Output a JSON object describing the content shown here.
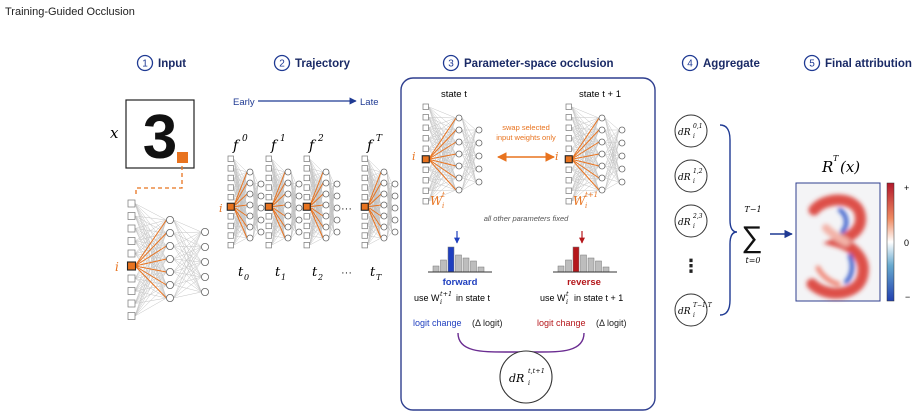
{
  "page_title": "Training-Guided Occlusion",
  "colors": {
    "accent_orange": "#e8731f",
    "forward_blue": "#1f3fbf",
    "reverse_red": "#b5171b",
    "panel_border": "#2f3f8f",
    "ink": "#1a1a1a"
  },
  "steps": [
    {
      "num": "1",
      "title": "Input"
    },
    {
      "num": "2",
      "title": "Trajectory"
    },
    {
      "num": "3",
      "title": "Parameter-space occlusion"
    },
    {
      "num": "4",
      "title": "Aggregate"
    },
    {
      "num": "5",
      "title": "Final attribution"
    }
  ],
  "input": {
    "x_label": "x",
    "digit": "3",
    "node_label": "i"
  },
  "trajectory": {
    "early_label": "Early",
    "late_label": "Late",
    "models": [
      {
        "name": "f",
        "sup": "0"
      },
      {
        "name": "f",
        "sup": "1"
      },
      {
        "name": "f",
        "sup": "2"
      },
      {
        "name": "f",
        "sup": "T"
      }
    ],
    "ellipsis": "···",
    "times": [
      {
        "name": "t",
        "sub": "0"
      },
      {
        "name": "t",
        "sub": "1"
      },
      {
        "name": "t",
        "sub": "2"
      },
      {
        "name": "t",
        "sub": "T"
      }
    ],
    "node_label": "i"
  },
  "occlusion": {
    "state_left": "state t",
    "state_right": "state t + 1",
    "swap_label_1": "swap selected",
    "swap_label_2": "input weights only",
    "weight_left": "W",
    "weight_left_sup": "t",
    "weight_left_sub": "i",
    "weight_right": "W",
    "weight_right_sup": "t+1",
    "weight_right_sub": "i",
    "node_label": "i",
    "fixed_note": "all other parameters fixed",
    "forward_title": "forward",
    "forward_desc": "use W",
    "forward_desc_sup": "t+1",
    "forward_desc_sub": "i",
    "forward_desc_tail": "in state t",
    "reverse_title": "reverse",
    "reverse_desc": "use W",
    "reverse_desc_sup": "t",
    "reverse_desc_sub": "i",
    "reverse_desc_tail": "in state t + 1",
    "logit_change": "logit change",
    "logit_delta": "(Δ logit)",
    "result": "dR",
    "result_sup": "t,t+1",
    "result_sub": "i"
  },
  "aggregate": {
    "items": [
      {
        "sup": "0,1"
      },
      {
        "sup": "1,2"
      },
      {
        "sup": "2,3"
      },
      {
        "sup": "T−1,T"
      }
    ],
    "dots": "⋮",
    "sum_top": "T−1",
    "sum_bottom": "t=0",
    "sum_symbol": "∑"
  },
  "final": {
    "label": "R",
    "label_sup": "T",
    "label_arg": "(x)",
    "colorbar_plus": "+",
    "colorbar_zero": "0",
    "colorbar_minus": "−"
  }
}
